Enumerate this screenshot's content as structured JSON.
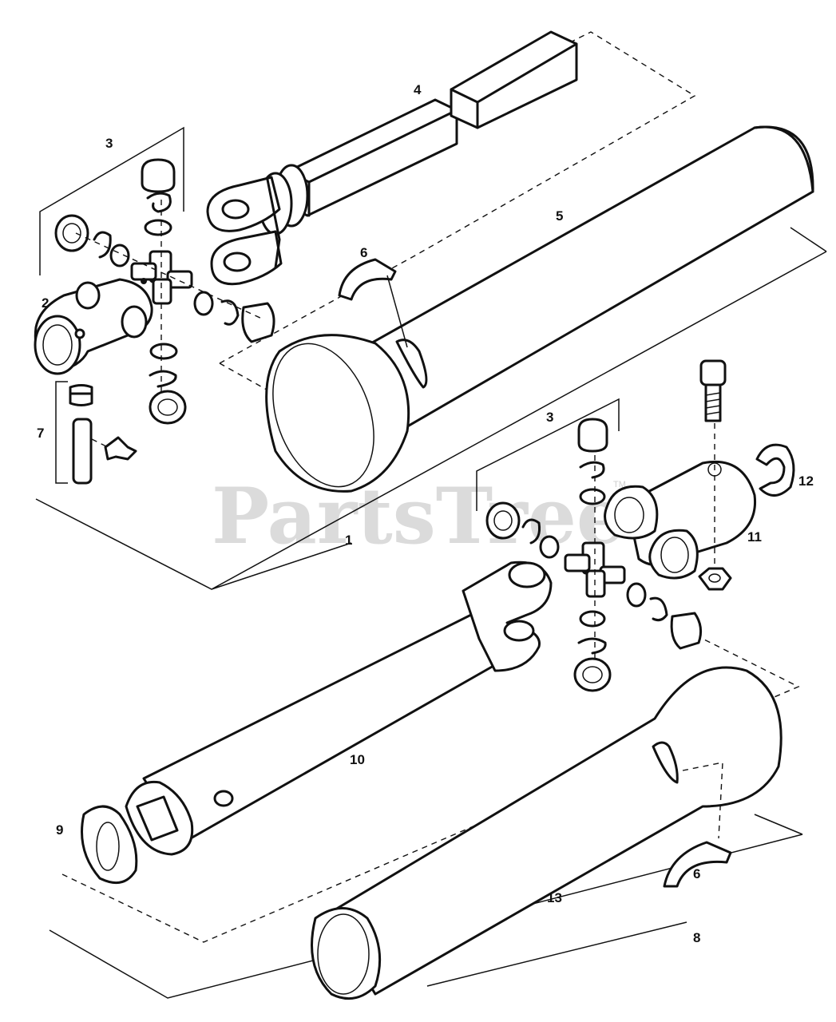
{
  "watermark": {
    "text": "PartsTree",
    "trademark": "TM"
  },
  "callouts": [
    {
      "id": "c1",
      "label": "1"
    },
    {
      "id": "c2",
      "label": "2"
    },
    {
      "id": "c3a",
      "label": "3"
    },
    {
      "id": "c3b",
      "label": "3"
    },
    {
      "id": "c4",
      "label": "4"
    },
    {
      "id": "c5",
      "label": "5"
    },
    {
      "id": "c6a",
      "label": "6"
    },
    {
      "id": "c6b",
      "label": "6"
    },
    {
      "id": "c7",
      "label": "7"
    },
    {
      "id": "c8",
      "label": "8"
    },
    {
      "id": "c9",
      "label": "9"
    },
    {
      "id": "c10",
      "label": "10"
    },
    {
      "id": "c11",
      "label": "11"
    },
    {
      "id": "c12",
      "label": "12"
    },
    {
      "id": "c13",
      "label": "13"
    }
  ]
}
